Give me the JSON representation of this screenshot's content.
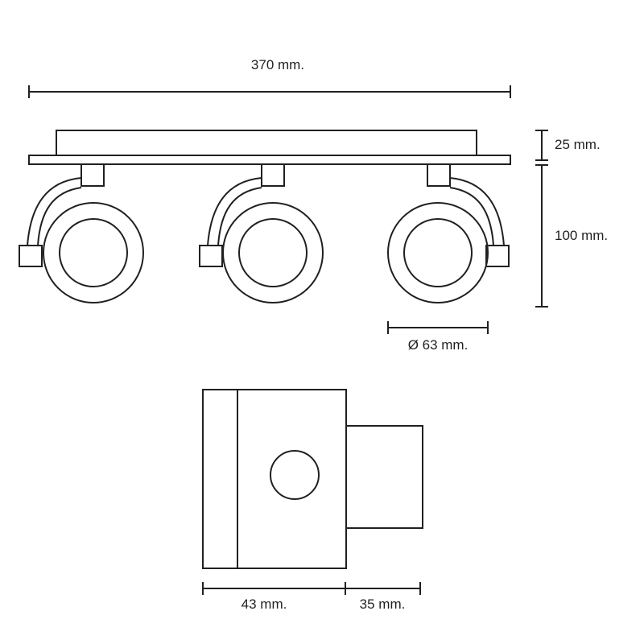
{
  "dimensions": {
    "total_width": "370 mm.",
    "base_height": "25 mm.",
    "spot_height": "100 mm.",
    "diameter": "Ø 63 mm.",
    "side_depth_body": "43 mm.",
    "side_depth_head": "35 mm."
  },
  "colors": {
    "line": "#231f20",
    "background": "#ffffff"
  }
}
